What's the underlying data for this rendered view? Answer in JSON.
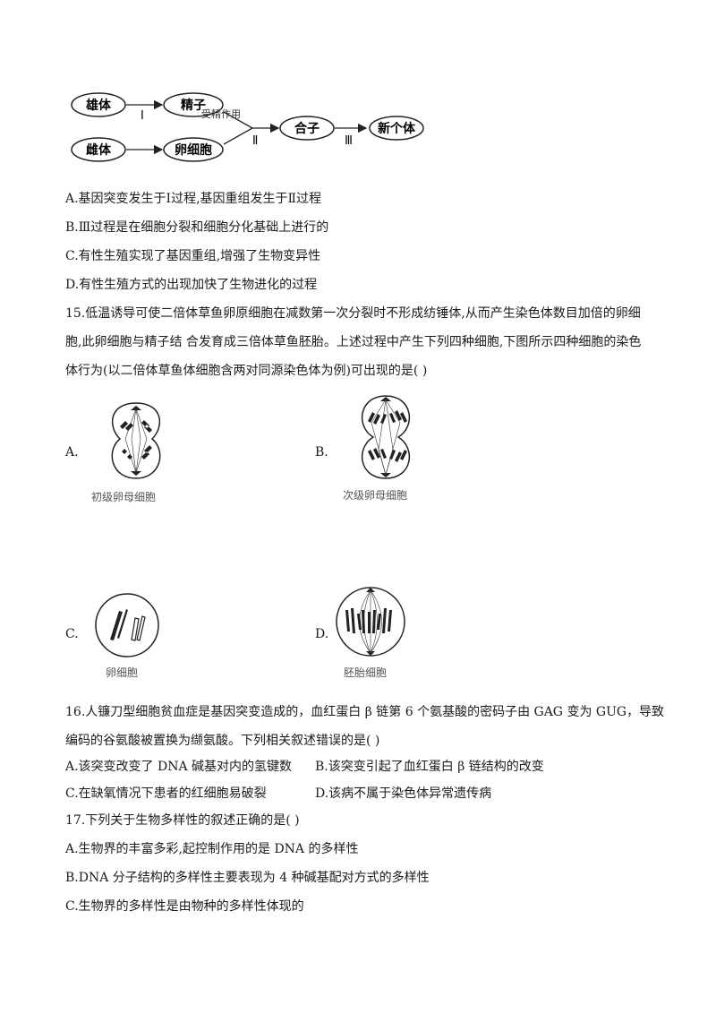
{
  "flow": {
    "node_female": "雄体",
    "node_sperm": "精子",
    "node_zygote": "合子",
    "node_new": "新个体",
    "node_female2": "雌体",
    "node_egg": "卵细胞",
    "label_I": "Ⅰ",
    "label_II": "Ⅱ",
    "label_III": "Ⅲ",
    "overlap_text": "受精作用"
  },
  "q14": {
    "A": "A.基因突变发生于Ⅰ过程,基因重组发生于Ⅱ过程",
    "B": "B.Ⅲ过程是在细胞分裂和细胞分化基础上进行的",
    "C": "C.有性生殖实现了基因重组,增强了生物变异性",
    "D": "D.有性生殖方式的出现加快了生物进化的过程"
  },
  "q15": {
    "stem1": "15.低温诱导可使二倍体草鱼卵原细胞在减数第一次分裂时不形成纺锤体,从而产生染色体数目加倍的卵细",
    "stem2": "胞,此卵细胞与精子结 合发育成三倍体草鱼胚胎。上述过程中产生下列四种细胞,下图所示四种细胞的染色",
    "stem3": "体行为(以二倍体草鱼体细胞含两对同源染色体为例)可出现的是(    )",
    "A_label": "A.",
    "B_label": "B.",
    "C_label": "C.",
    "D_label": "D.",
    "A_caption": "初级卵母细胞",
    "B_caption": "次级卵母细胞",
    "C_caption": "卵细胞",
    "D_caption": "胚胎细胞"
  },
  "q16": {
    "stem1": "16.人镰刀型细胞贫血症是基因突变造成的，血红蛋白 β 链第 6 个氨基酸的密码子由 GAG 变为 GUG，导致",
    "stem2": "编码的谷氨酸被置换为缬氨酸。下列相关叙述错误的是(    )",
    "A": "A.该突变改变了 DNA 碱基对内的氢键数",
    "B": "B.该突变引起了血红蛋白 β 链结构的改变",
    "C": "C.在缺氧情况下患者的红细胞易破裂",
    "D": "D.该病不属于染色体异常遗传病"
  },
  "q17": {
    "stem": "17.下列关于生物多样性的叙述正确的是(    )",
    "A": "A.生物界的丰富多彩,起控制作用的是 DNA 的多样性",
    "B": "B.DNA 分子结构的多样性主要表现为 4 种碱基配对方式的多样性",
    "C": "C.生物界的多样性是由物种的多样性体现的"
  }
}
